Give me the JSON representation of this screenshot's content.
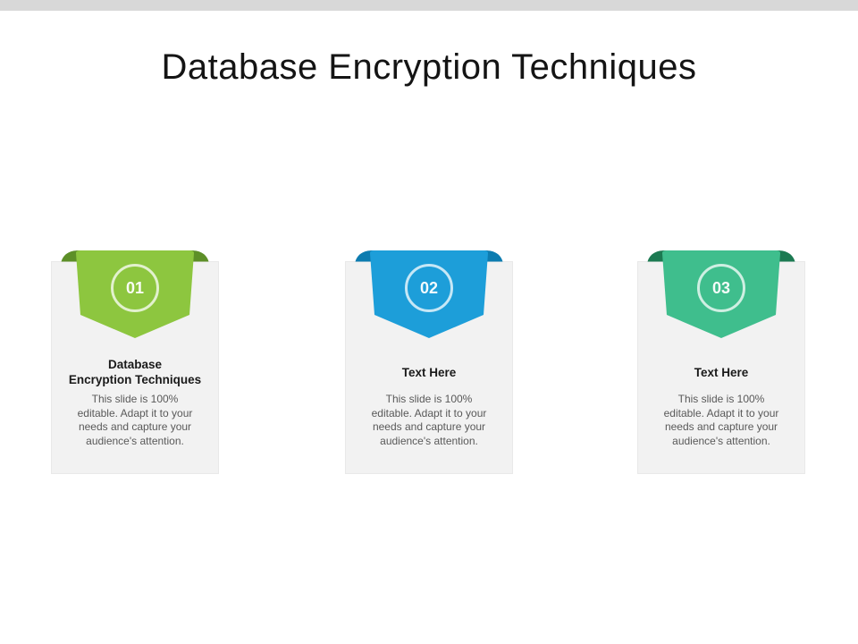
{
  "slide": {
    "title": "Database Encryption Techniques",
    "top_bar_color": "#d8d8d8",
    "background_color": "#ffffff",
    "card_background": "#f2f2f2"
  },
  "cards": [
    {
      "number": "01",
      "heading": "Database\nEncryption Techniques",
      "body": "This slide is 100%\neditable. Adapt it to your\nneeds and capture your\naudience's attention.",
      "ribbon_color": "#8dc63f",
      "ribbon_fold_color": "#5d8f28"
    },
    {
      "number": "02",
      "heading": "Text Here",
      "body": "This slide is 100%\neditable. Adapt it to your\nneeds and capture your\naudience's attention.",
      "ribbon_color": "#1d9ed9",
      "ribbon_fold_color": "#0d7cb0"
    },
    {
      "number": "03",
      "heading": "Text Here",
      "body": "This slide is 100%\neditable. Adapt it to your\nneeds and capture your\naudience's attention.",
      "ribbon_color": "#3fbe8d",
      "ribbon_fold_color": "#1c7a52"
    }
  ]
}
